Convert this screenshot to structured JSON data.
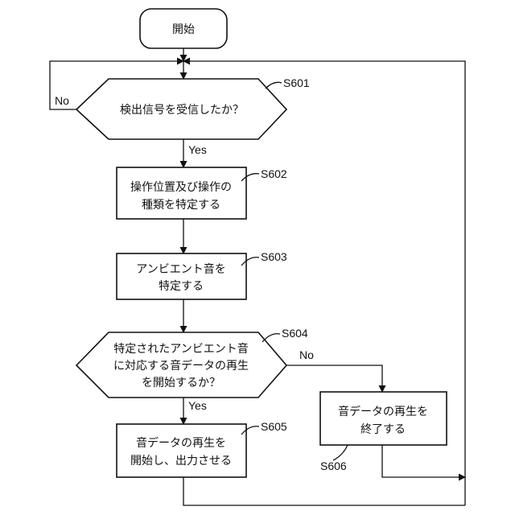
{
  "start": {
    "label": "開始"
  },
  "s601": {
    "step": "S601",
    "text": "検出信号を受信したか？",
    "no_label": "No",
    "yes_label": "Yes"
  },
  "s602": {
    "step": "S602",
    "line1": "操作位置及び操作の",
    "line2": "種類を特定する"
  },
  "s603": {
    "step": "S603",
    "line1": "アンビエント音を",
    "line2": "特定する"
  },
  "s604": {
    "step": "S604",
    "line1": "特定されたアンビエント音",
    "line2": "に対応する音データの再生",
    "line3": "を開始するか？",
    "no_label": "No",
    "yes_label": "Yes"
  },
  "s605": {
    "step": "S605",
    "line1": "音データの再生を",
    "line2": "開始し、出力させる"
  },
  "s606": {
    "step": "S606",
    "line1": "音データの再生を",
    "line2": "終了する"
  }
}
